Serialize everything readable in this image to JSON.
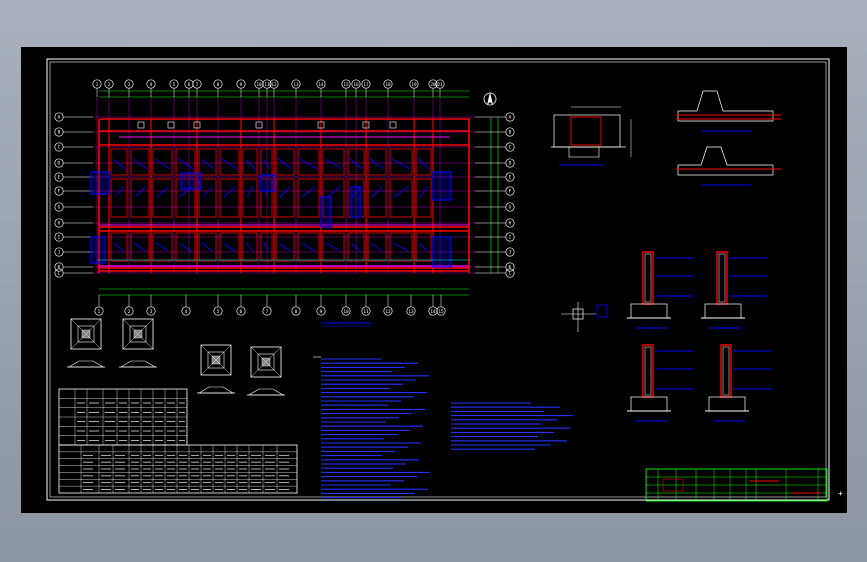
{
  "viewport": {
    "background": "#000000"
  },
  "colors": {
    "frame": "#ffffff",
    "axis": "#00ff00",
    "wall": "#ff0000",
    "rebar": "#ff00ff",
    "dim": "#00ff00",
    "text": "#0000ff",
    "accent": "#00ffff",
    "note": "#2233ff"
  },
  "plan": {
    "axis_top": [
      "1",
      "2",
      "3",
      "4",
      "5",
      "6",
      "7",
      "8",
      "9",
      "10",
      "11",
      "12",
      "13",
      "14",
      "15",
      "16",
      "17",
      "18",
      "19",
      "20",
      "21"
    ],
    "axis_bottom": [
      "1",
      "2",
      "3",
      "4",
      "5",
      "6",
      "7",
      "8",
      "9",
      "10",
      "11",
      "12",
      "13",
      "14",
      "15",
      "16",
      "17",
      "18"
    ],
    "axis_left": [
      "A",
      "B",
      "C",
      "D",
      "E",
      "F",
      "G",
      "H",
      "I",
      "J",
      "K",
      "L"
    ],
    "axis_right": [
      "A",
      "B",
      "C",
      "D",
      "E",
      "F",
      "G",
      "H",
      "I",
      "J",
      "K",
      "L"
    ]
  },
  "icons": {
    "north_arrow": "north-arrow-icon",
    "corner": "crosshair-icon"
  },
  "corner_glyph": "+"
}
